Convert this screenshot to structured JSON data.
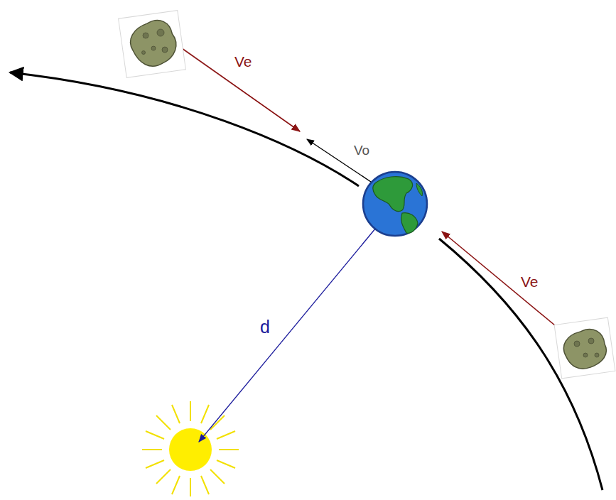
{
  "diagram": {
    "labels": [
      "Ve",
      "Ve",
      "Vo",
      "d"
    ]
  }
}
